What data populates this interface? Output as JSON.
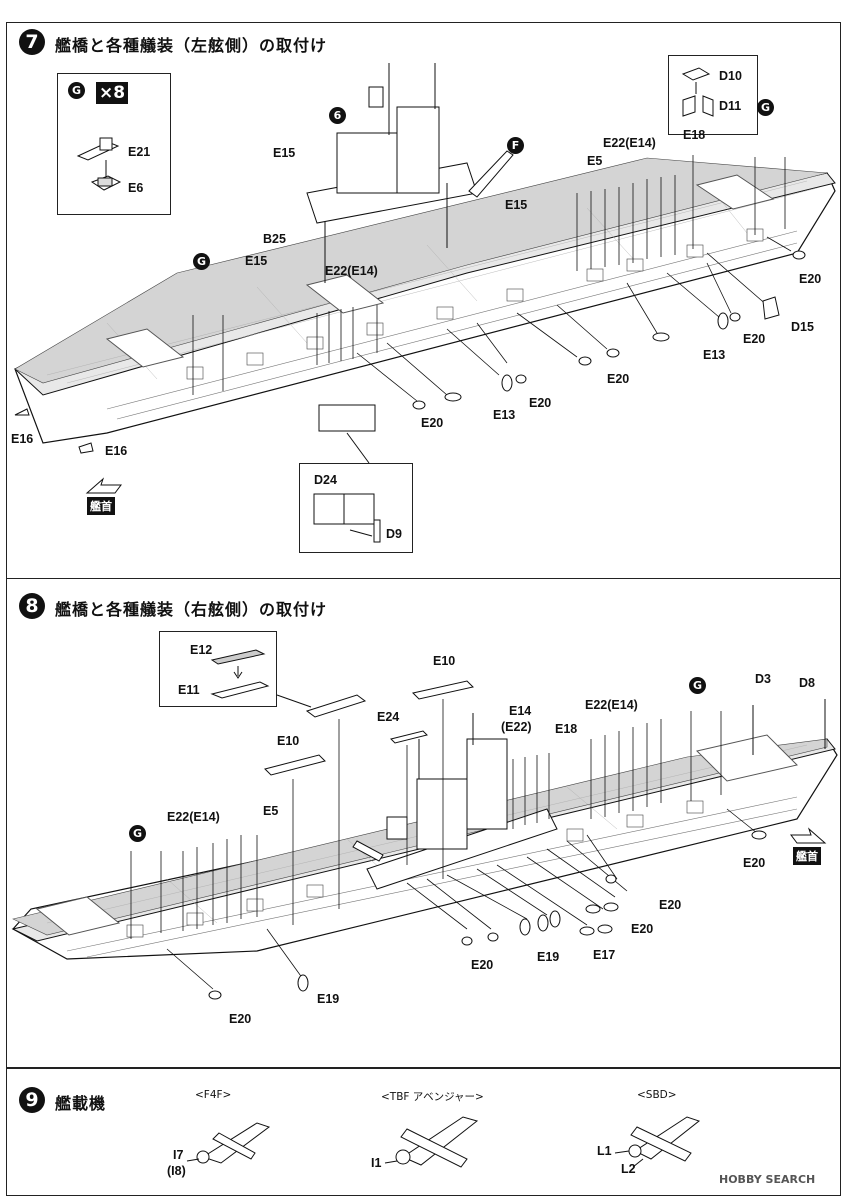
{
  "steps": [
    {
      "number": "7",
      "title": "艦橋と各種艤装（左舷側）の取付け"
    },
    {
      "number": "8",
      "title": "艦橋と各種艤装（右舷側）の取付け"
    },
    {
      "number": "9",
      "title": "艦載機"
    }
  ],
  "step7": {
    "inset_badge": "G",
    "inset_qty": "×8",
    "inset_parts": [
      "E21",
      "E6"
    ],
    "d_inset_parts": [
      "D10",
      "D11"
    ],
    "d24_inset_parts": [
      "D24",
      "D9"
    ],
    "badges": [
      "6",
      "F",
      "G",
      "G"
    ],
    "labels": {
      "e15a": "E15",
      "e15b": "E15",
      "e15c": "E15",
      "b25": "B25",
      "e22a": "E22(E14)",
      "e22b": "E22(E14)",
      "e5": "E5",
      "e18": "E18",
      "e20a": "E20",
      "e20b": "E20",
      "e20c": "E20",
      "e20d": "E20",
      "e20e": "E20",
      "e13a": "E13",
      "e13b": "E13",
      "d15": "D15",
      "e16a": "E16",
      "e16b": "E16"
    },
    "bow_label": "艦首"
  },
  "step8": {
    "inset_parts": [
      "E12",
      "E11"
    ],
    "badges": [
      "G",
      "G"
    ],
    "labels": {
      "e10a": "E10",
      "e10b": "E10",
      "e24": "E24",
      "e14": "E14",
      "e22p": "(E22)",
      "e18": "E18",
      "e22a": "E22(E14)",
      "e22b": "E22(E14)",
      "e5": "E5",
      "d3": "D3",
      "d8": "D8",
      "e20a": "E20",
      "e20b": "E20",
      "e20c": "E20",
      "e20d": "E20",
      "e20e": "E20",
      "e19a": "E19",
      "e19b": "E19",
      "e17": "E17"
    },
    "bow_label": "艦首"
  },
  "step9": {
    "planes": [
      {
        "title": "<F4F>",
        "parts": [
          "I7",
          "(I8)"
        ]
      },
      {
        "title": "<TBF アベンジャー>",
        "parts": [
          "I1"
        ]
      },
      {
        "title": "<SBD>",
        "parts": [
          "L1",
          "L2"
        ]
      }
    ]
  },
  "watermark": "HOBBY SEARCH"
}
